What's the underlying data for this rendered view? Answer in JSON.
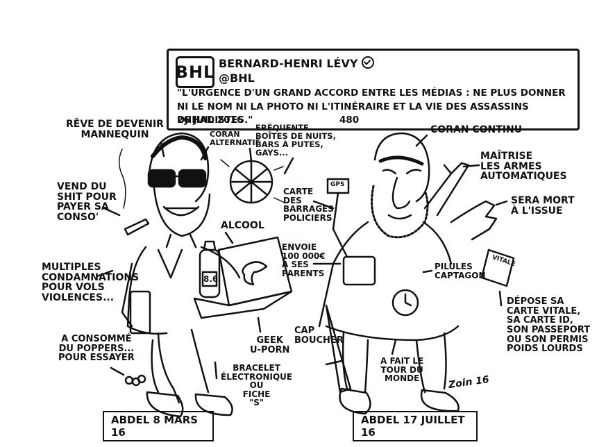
{
  "tweet": {
    "logo": "BHL",
    "name": "BERNARD-HENRI LÉVY",
    "handle": "@BHL",
    "body": "\"L'URGENCE D'UN GRAND ACCORD ENTRE LES MÉDIAS : NE PLUS DONNER NI LE NOM NI LA PHOTO NI L'ITINÉRAIRE ET LA VIE DES ASSASSINS DJIHADISTES.\"",
    "date": "26 JUIL 2016",
    "count": "480"
  },
  "left_labels": {
    "dream": "RÊVE DE DEVENIR\nMANNEQUIN",
    "coran_alt": "CORAN\nALTERNATIF",
    "frequente": "FRÉQUENTE\nBOÎTES DE NUITS,\nBARS À PUTES,\nGAYS...",
    "deals": "VEND DU\nSHIT POUR\nPAYER SA\nCONSO'",
    "alcool": "ALCOOL",
    "bottle_label": "8.6",
    "convictions": "MULTIPLES\nCONDAMNATIONS\nPOUR VOLS\nVIOLENCES...",
    "poppers": "A CONSOMMÉ\nDU POPPERS...\nPOUR ESSAYER",
    "geek": "GEEK\nU-PORN",
    "bracelet": "BRACELET\nÉLECTRONIQUE\nOU\nFICHE\n\"S\"",
    "caption": "ABDEL 8 MARS 16"
  },
  "right_labels": {
    "coran_continu": "CORAN CONTINU",
    "weapons": "MAÎTRISE\nLES ARMES\nAUTOMATIQUES",
    "gps_sign": "GPS",
    "barrages": "CARTE\nDES\nBARRAGES\nPOLICIERS",
    "money": "ENVOIE\n100 000€\nÀ SES\nPARENTS",
    "dead": "SERA MORT\nÀ L'ISSUE",
    "pills": "PILULES\nCAPTAGON",
    "vitale_card": "VITALE",
    "depose": "DÉPOSE SA\nCARTE VITALE,\nSA CARTE ID,\nSON PASSEPORT\nOU SON PERMIS\nPOIDS LOURDS",
    "cap": "CAP\nBOUCHER",
    "world": "A FAIT LE\nTOUR DU\nMONDE",
    "caption": "ABDEL 17 JUILLET 16"
  },
  "signature": "Zoin 16"
}
